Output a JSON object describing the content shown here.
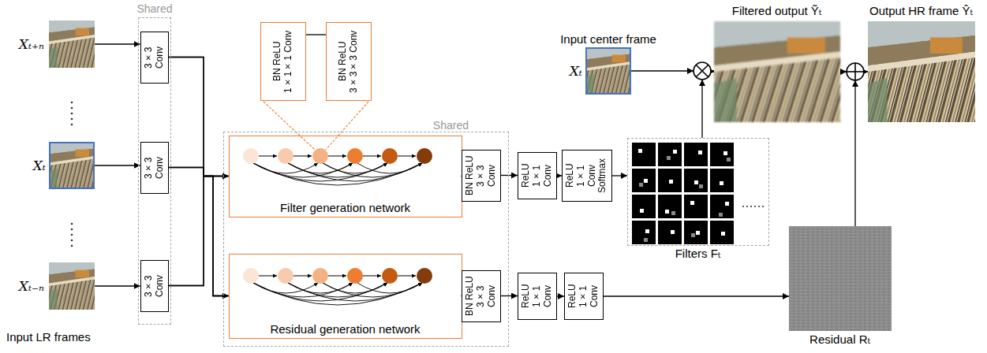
{
  "diagram": {
    "nodes": [
      {
        "text": [
          "Xₜ₊ₙ"
        ]
      },
      {
        "text": [
          "Xₜ"
        ]
      },
      {
        "text": [
          "Xₜ₋ₙ"
        ]
      },
      {
        "text": [
          "Shared"
        ]
      },
      {
        "text": [
          "3×3 Conv"
        ],
        "in": 3
      },
      {
        "text": [
          "3×3 Conv"
        ],
        "in": 3
      },
      {
        "text": [
          "3×3 Conv"
        ],
        "in": 3
      },
      {
        "text": [
          "BN ReLU 1×1×1 Conv"
        ]
      },
      {
        "text": [
          "BN ReLU 3×3×3 Conv"
        ]
      },
      {
        "text": [
          "Shared"
        ]
      },
      {
        "text": [
          "Filter generation network"
        ],
        "in": 9
      },
      {
        "text": [
          "BN ReLU 3×3 Conv"
        ],
        "in": 9
      },
      {
        "text": [
          "ReLU 1×1 Conv"
        ]
      },
      {
        "text": [
          "ReLU 1×1 Conv Softmax"
        ]
      },
      {
        "text": [
          "Residual generation network"
        ],
        "in": 9
      },
      {
        "text": [
          "BN ReLU 3×3 Conv"
        ],
        "in": 9
      },
      {
        "text": [
          "ReLU 1×1 Conv"
        ]
      },
      {
        "text": [
          "ReLU 1×1 Conv"
        ]
      },
      {
        "text": [
          "Input center frame",
          "Xₜ"
        ]
      },
      {
        "text": [
          "Filters Fₜ"
        ]
      },
      {
        "text": [
          "Filtered output Ỹₜ"
        ]
      },
      {
        "text": [
          "Output HR frame Ŷₜ"
        ]
      },
      {
        "text": [
          "Residual Rₜ"
        ]
      }
    ],
    "edges": [
      {
        "from": 0,
        "to": 4,
        "arrow": "to"
      },
      {
        "from": 1,
        "to": 5,
        "arrow": "to"
      },
      {
        "from": 2,
        "to": 6,
        "arrow": "to"
      },
      {
        "from": 4,
        "to": 10,
        "arrow": "to"
      },
      {
        "from": 5,
        "to": 10,
        "arrow": "to"
      },
      {
        "from": 6,
        "to": 10,
        "arrow": "to"
      },
      {
        "from": 4,
        "to": 14,
        "arrow": "to"
      },
      {
        "from": 5,
        "to": 14,
        "arrow": "to"
      },
      {
        "from": 6,
        "to": 14,
        "arrow": "to"
      },
      {
        "from": 7,
        "to": 8,
        "arrow": "none"
      },
      {
        "from": 10,
        "to": 11,
        "arrow": "to"
      },
      {
        "from": 11,
        "to": 12,
        "arrow": "to"
      },
      {
        "from": 12,
        "to": 13,
        "arrow": "to"
      },
      {
        "from": 13,
        "to": 19,
        "arrow": "to"
      },
      {
        "from": 14,
        "to": 15,
        "arrow": "to"
      },
      {
        "from": 15,
        "to": 16,
        "arrow": "to"
      },
      {
        "from": 16,
        "to": 17,
        "arrow": "to"
      },
      {
        "from": 17,
        "to": 22,
        "arrow": "to"
      },
      {
        "from": 18,
        "to": 20,
        "arrow": "to"
      },
      {
        "from": 19,
        "to": 20,
        "arrow": "to"
      },
      {
        "from": 20,
        "to": 21,
        "arrow": "to"
      },
      {
        "from": 22,
        "to": 21,
        "arrow": "to"
      }
    ],
    "labels": [
      "Input LR frames"
    ]
  }
}
